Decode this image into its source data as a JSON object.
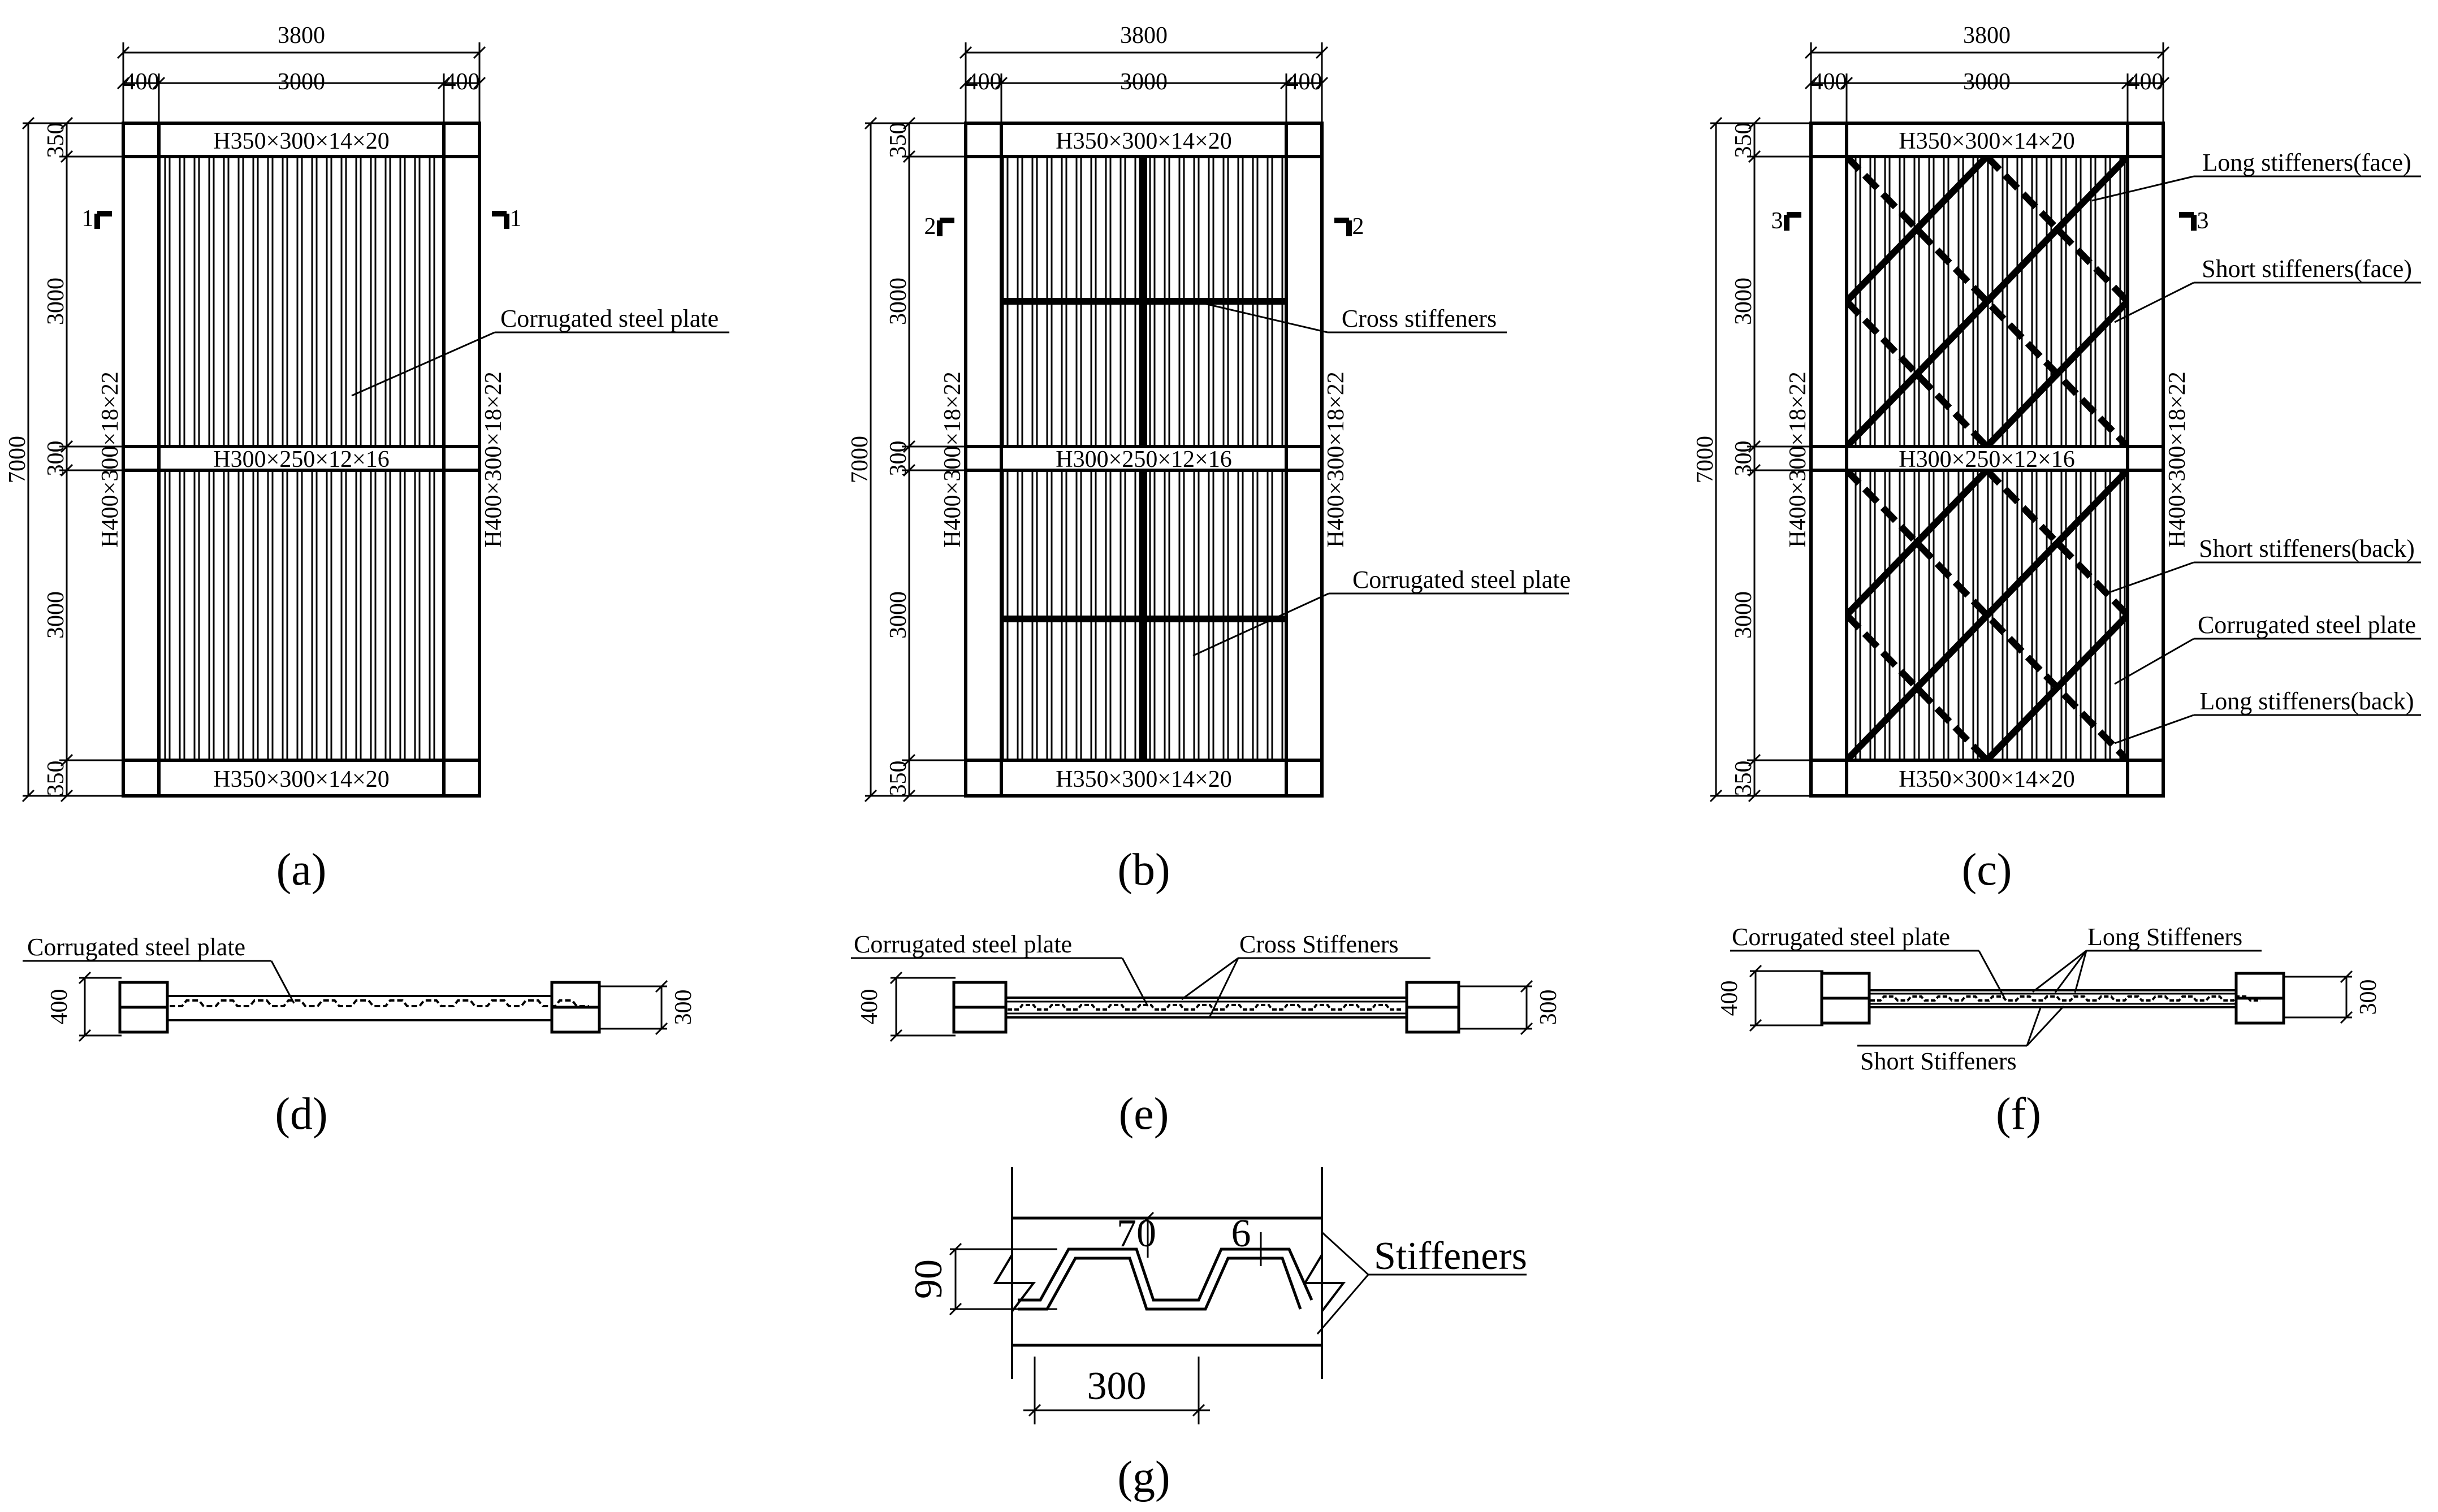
{
  "colors": {
    "ink": "#000000",
    "paper": "#ffffff",
    "stiffener": "#000000"
  },
  "dims": {
    "total_width": "3800",
    "edge_w": "400",
    "mid_w": "3000",
    "total_height": "7000",
    "beam_top": "350",
    "panel_h": "3000",
    "beam_mid": "300",
    "beam_bot": "350",
    "sec_depth": "400",
    "sec_plate": "300"
  },
  "members": {
    "top_beam": "H350×300×14×20",
    "mid_beam": "H300×250×12×16",
    "bot_beam": "H350×300×14×20",
    "column": "H400×300×18×22"
  },
  "panels": [
    {
      "caption": "(a)",
      "section_mark": "1",
      "labels": [
        "Corrugated steel plate"
      ]
    },
    {
      "caption": "(b)",
      "section_mark": "2",
      "labels": [
        "Cross stiffeners",
        "Corrugated steel plate"
      ]
    },
    {
      "caption": "(c)",
      "section_mark": "3",
      "labels": [
        "Long stiffeners(face)",
        "Short stiffeners(face)",
        "Short stiffeners(back)",
        "Corrugated steel plate",
        "Long stiffeners(back)"
      ]
    }
  ],
  "sections": [
    {
      "caption": "(d)",
      "labels": [
        "Corrugated steel plate"
      ]
    },
    {
      "caption": "(e)",
      "labels": [
        "Corrugated steel plate",
        "Cross Stiffeners"
      ]
    },
    {
      "caption": "(f)",
      "labels": [
        "Corrugated steel plate",
        "Long Stiffeners",
        "Short Stiffeners"
      ]
    }
  ],
  "detail": {
    "caption": "(g)",
    "label": "Stiffeners",
    "dims": {
      "depth": "90",
      "flat": "70",
      "thickness": "6",
      "pitch": "300"
    }
  }
}
